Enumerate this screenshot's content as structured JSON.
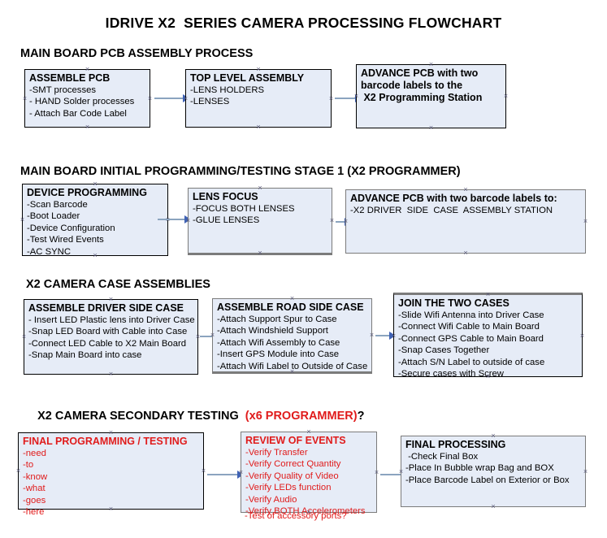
{
  "title": "IDRIVE X2  SERIES CAMERA PROCESSING FLOWCHART",
  "colors": {
    "box_fill": "#e6ecf7",
    "box_border": "#000000",
    "box_border_gray": "#7b7b7b",
    "arrow_line": "#8ba4bf",
    "arrow_head": "#3f62b5",
    "accent_red": "#e01b1b",
    "text": "#000000",
    "background": "#ffffff"
  },
  "sections": [
    {
      "heading": "MAIN BOARD PCB ASSEMBLY PROCESS",
      "heading_accent": "",
      "heading_suffix": "",
      "boxes": [
        {
          "title": "ASSEMBLE PCB",
          "lines": [
            "-SMT processes",
            "- HAND Solder processes",
            "- Attach Bar Code Label"
          ]
        },
        {
          "title": "TOP LEVEL ASSEMBLY",
          "lines": [
            "-LENS HOLDERS",
            "-LENSES"
          ]
        },
        {
          "title": "ADVANCE PCB with two",
          "lines": [
            "barcode labels to the",
            " X2 Programming Station"
          ]
        }
      ]
    },
    {
      "heading": "MAIN BOARD INITIAL PROGRAMMING/TESTING STAGE 1 (X2 PROGRAMMER)",
      "heading_accent": "",
      "heading_suffix": "",
      "boxes": [
        {
          "title": "DEVICE PROGRAMMING",
          "lines": [
            "-Scan Barcode",
            "-Boot Loader",
            "-Device Configuration",
            "-Test Wired Events",
            "-AC SYNC"
          ]
        },
        {
          "title": "LENS FOCUS",
          "lines": [
            "-FOCUS BOTH LENSES",
            "-GLUE LENSES"
          ]
        },
        {
          "title": "ADVANCE PCB with two barcode labels to:",
          "lines": [
            "-X2 DRIVER  SIDE  CASE  ASSEMBLY STATION"
          ]
        }
      ]
    },
    {
      "heading": "X2 CAMERA CASE ASSEMBLIES",
      "heading_accent": "",
      "heading_suffix": "",
      "boxes": [
        {
          "title": "ASSEMBLE DRIVER SIDE CASE",
          "lines": [
            "- Insert LED Plastic lens into Driver Case",
            "-Snap LED Board with Cable into Case",
            "-Connect LED Cable to X2 Main Board",
            "-Snap Main Board into case"
          ]
        },
        {
          "title": "ASSEMBLE ROAD SIDE CASE",
          "lines": [
            "-Attach Support Spur to Case",
            "-Attach Windshield Support",
            "-Attach Wifi Assembly to Case",
            "-Insert GPS Module into Case",
            "-Attach Wifi Label to Outside of Case"
          ]
        },
        {
          "title": "JOIN THE TWO CASES",
          "lines": [
            "-Slide Wifi Antenna into Driver Case",
            "-Connect Wifi Cable to Main Board",
            "-Connect GPS Cable to Main Board",
            "-Snap Cases Together",
            "-Attach S/N Label to outside of case",
            "-Secure cases with Screw"
          ]
        }
      ]
    },
    {
      "heading": "X2 CAMERA SECONDARY TESTING  ",
      "heading_accent": "(x6 PROGRAMMER)",
      "heading_suffix": "?",
      "boxes": [
        {
          "title": "FINAL PROGRAMMING / TESTING",
          "lines": [
            "-need",
            "-to",
            "-know",
            "-what",
            "-goes",
            "-here"
          ]
        },
        {
          "title": "REVIEW OF EVENTS",
          "lines": [
            "-Verify Transfer",
            "-Verify Correct Quantity",
            "-Verify Quality of Video",
            "-Verify LEDs function",
            "-Verify Audio",
            "-Verify BOTH Accelerometers"
          ],
          "overflow_line": "-Test of accessory ports?"
        },
        {
          "title": "FINAL PROCESSING",
          "lines": [
            " -Check Final Box",
            "-Place In Bubble wrap Bag and BOX",
            "-Place Barcode Label on Exterior or Box"
          ]
        }
      ]
    }
  ]
}
